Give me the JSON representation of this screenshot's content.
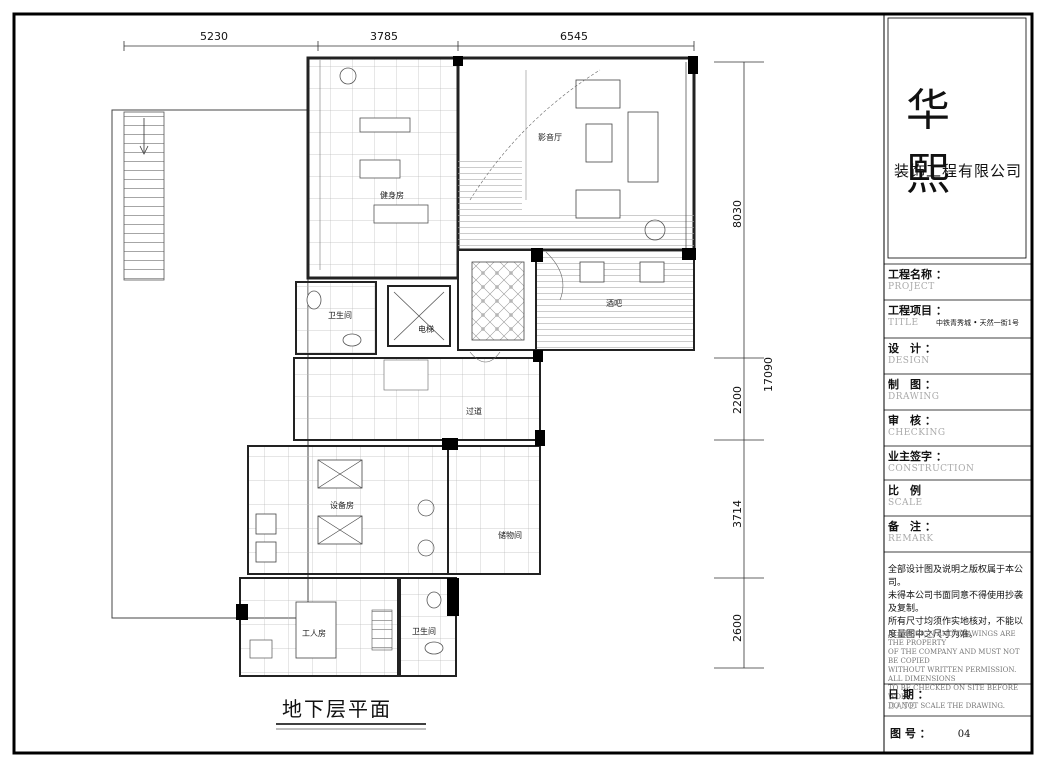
{
  "drawing": {
    "title": "地下层平面",
    "rooms": {
      "video_room": "影音厅",
      "gym": "健身房",
      "bathroom_1": "卫生间",
      "elevator": "电梯",
      "lounge": "酒吧",
      "corridor": "过道",
      "equipment_room": "设备房",
      "storage": "储物间",
      "staff_room": "工人房",
      "bathroom_2": "卫生间"
    },
    "dimensions": {
      "top_1": "5230",
      "top_2": "3785",
      "top_3": "6545",
      "right_1": "8030",
      "right_2": "2200",
      "right_3": "3714",
      "right_4": "2600",
      "total": "17090"
    }
  },
  "title_block": {
    "brand": "华 熙",
    "company": "装饰工程有限公司",
    "fields": [
      {
        "label": "工程名称 ：",
        "value": "PROJECT"
      },
      {
        "label": "工程项目 ：",
        "value": "TITLE",
        "extra": "中铁青秀城 • 天然一街1号"
      },
      {
        "label": "设　计 ：",
        "value": "DESIGN"
      },
      {
        "label": "制　图 ：",
        "value": "DRAWING"
      },
      {
        "label": "审　核 ：",
        "value": "CHECKING"
      },
      {
        "label": "业主签字 ：",
        "value": "CONSTRUCTION"
      },
      {
        "label": "比　例",
        "value": "SCALE"
      },
      {
        "label": "备　注 ：",
        "value": "REMARK"
      }
    ],
    "notes": [
      "全部设计图及说明之版权属于本公司。",
      "未得本公司书面同意不得使用抄袭及复制。",
      "所有尺寸均须作实地核对，不能以",
      "度量图中之尺寸为准。"
    ],
    "fine_print": [
      "ALL DESIGN AND DRAWINGS ARE THE PROPERTY",
      "OF THE COMPANY AND MUST NOT BE COPIED",
      "WITHOUT WRITTEN PERMISSION. ALL DIMENSIONS",
      "TO BE CHECKED ON SITE BEFORE WORK.",
      "DO NOT SCALE THE DRAWING."
    ],
    "date_label": "日 期 ：",
    "date_value": "DATE",
    "sheet_label": "图 号 ：",
    "sheet_value": "04"
  }
}
